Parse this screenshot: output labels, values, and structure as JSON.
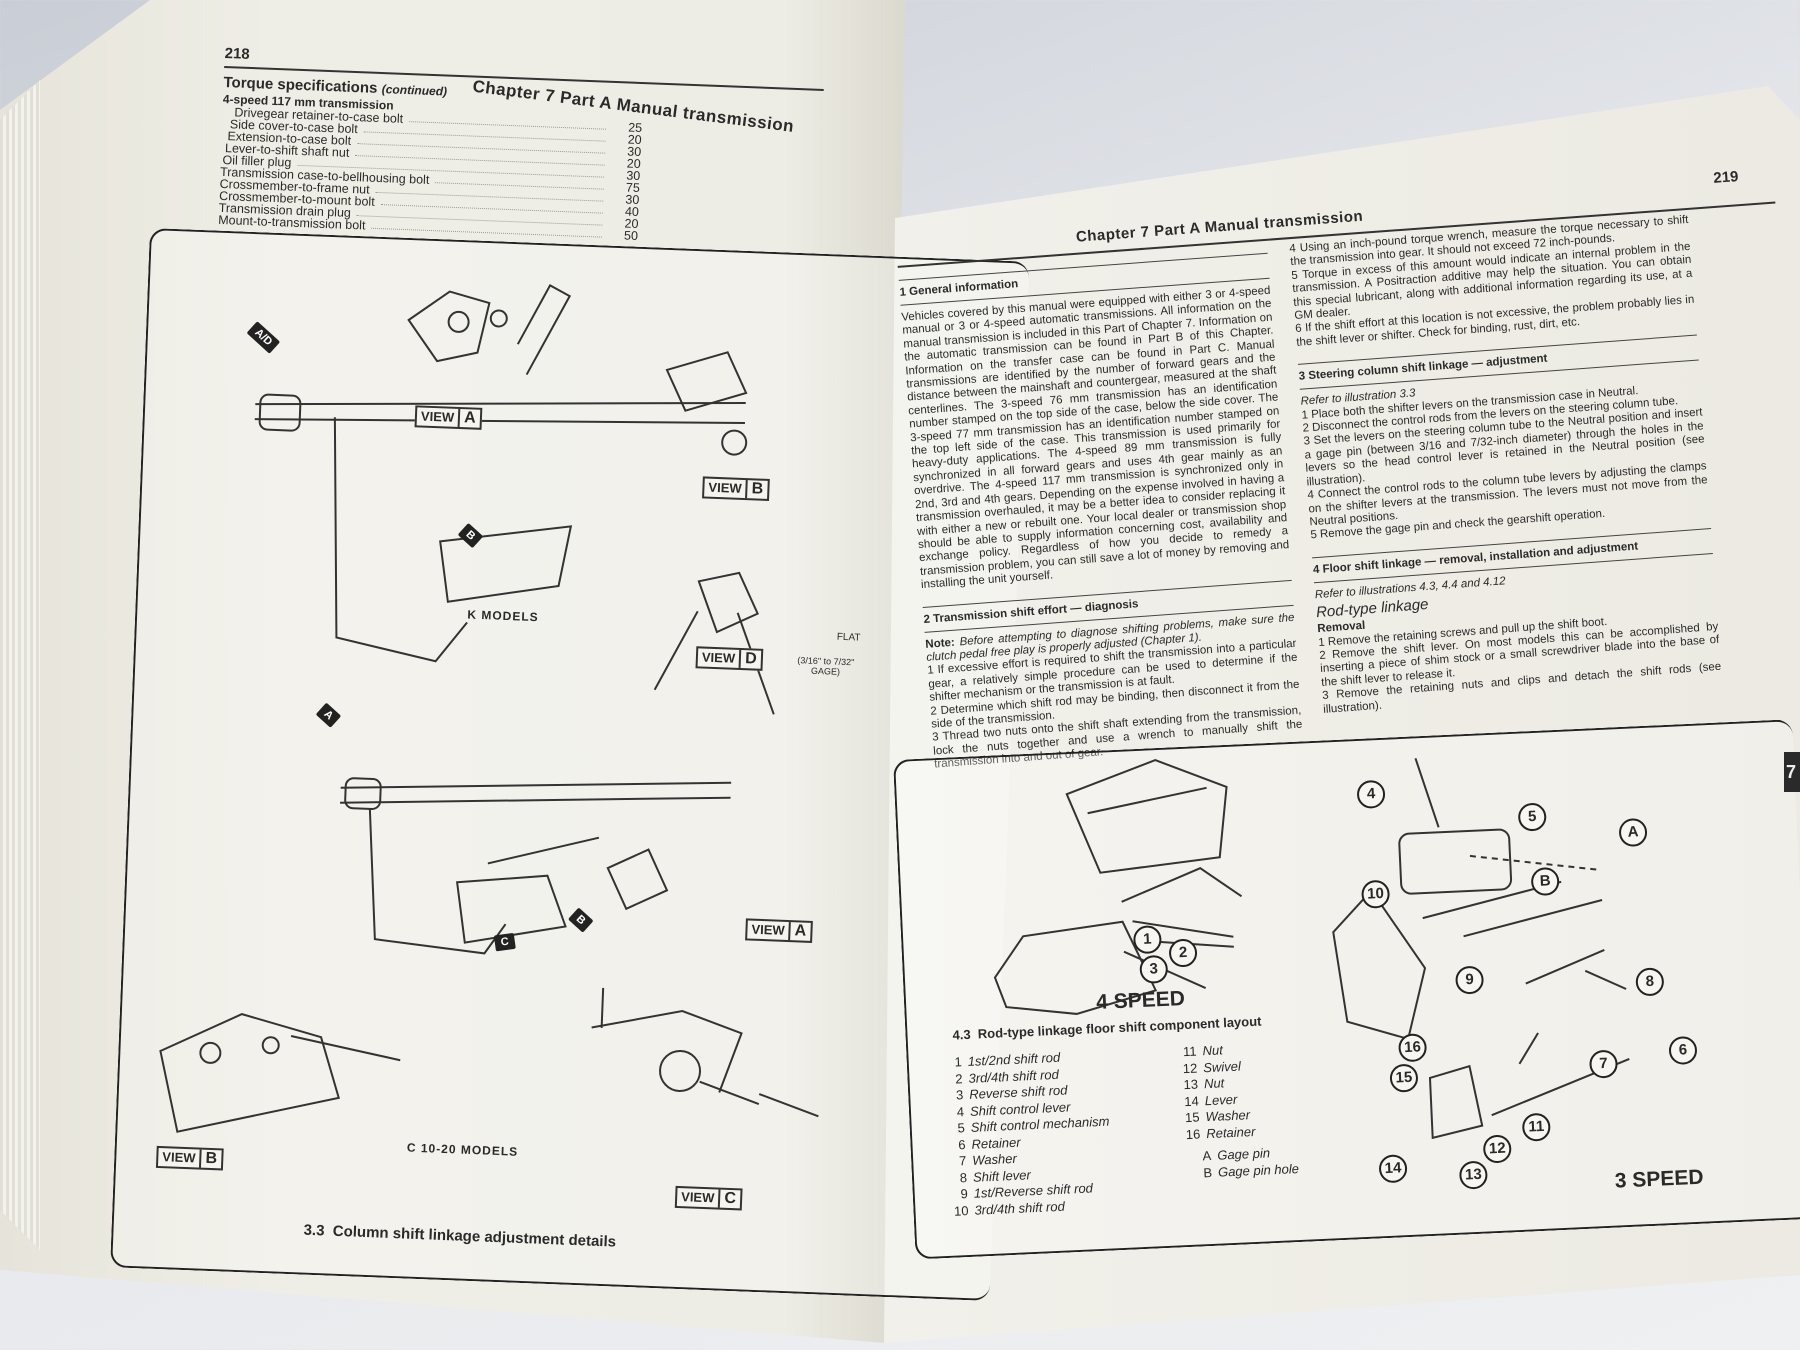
{
  "left_page": {
    "page_number": "218",
    "chapter_header": "Chapter 7  Part A  Manual transmission",
    "torque": {
      "title": "Torque specifications",
      "title_suffix": "(continued)",
      "subtitle": "4-speed 117 mm transmission",
      "rows": [
        {
          "label": "Drivegear retainer-to-case bolt",
          "value": "25"
        },
        {
          "label": "Side cover-to-case bolt",
          "value": "20"
        },
        {
          "label": "Extension-to-case bolt",
          "value": "30"
        },
        {
          "label": "Lever-to-shift shaft nut",
          "value": "20"
        },
        {
          "label": "Oil filler plug",
          "value": "30"
        },
        {
          "label": "Transmission case-to-bellhousing bolt",
          "value": "75"
        },
        {
          "label": "Crossmember-to-frame nut",
          "value": "30"
        },
        {
          "label": "Crossmember-to-mount bolt",
          "value": "40"
        },
        {
          "label": "Transmission drain plug",
          "value": "20"
        },
        {
          "label": "Mount-to-transmission bolt",
          "value": "50"
        }
      ]
    },
    "figure": {
      "view_word": "VIEW",
      "arrow_ad": "A/D",
      "arrow_a": "A",
      "arrow_b": "B",
      "arrow_c": "C",
      "view_a": "A",
      "view_b": "B",
      "view_c": "C",
      "view_d": "D",
      "flat": "FLAT",
      "gage_note": "(3/16\" to 7/32\" GAGE)",
      "k_models": "K MODELS",
      "c_models": "C 10-20 MODELS",
      "caption_num": "3.3",
      "caption": "Column shift linkage adjustment details"
    }
  },
  "right_page": {
    "page_number": "219",
    "chapter_header": "Chapter 7  Part A  Manual transmission",
    "sections": {
      "general": {
        "title": "1  General information",
        "text": "Vehicles covered by this manual were equipped with either 3 or 4-speed manual or 3 or 4-speed automatic transmissions. All information on the manual transmission is included in this Part of Chapter 7. Information on the automatic transmission can be found in Part B of this Chapter. Information on the transfer case can be found in Part C. Manual transmissions are identified by the number of forward gears and the distance between the mainshaft and countergear, measured at the shaft centerlines. The 3-speed 76 mm transmission has an identification number stamped on the top side of the case, below the side cover. The 3-speed 77 mm transmission has an identification number stamped on the top left side of the case. This transmission is used primarily for heavy-duty applications. The 4-speed 89 mm transmission is fully synchronized in all forward gears and uses 4th gear mainly as an overdrive. The 4-speed 117 mm transmission is synchronized only in 2nd, 3rd and 4th gears. Depending on the expense involved in having a transmission overhauled, it may be a better idea to consider replacing it with either a new or rebuilt one. Your local dealer or transmission shop should be able to supply information concerning cost, availability and exchange policy. Regardless of how you decide to remedy a transmission problem, you can still save a lot of money by removing and installing the unit yourself."
      },
      "shift_effort": {
        "title": "2  Transmission shift effort — diagnosis",
        "note_label": "Note:",
        "note": "Before attempting to diagnose shifting problems, make sure the clutch pedal free play is properly adjusted (Chapter 1).",
        "steps": [
          "1  If excessive effort is required to shift the transmission into a particular gear, a relatively simple procedure can be used to determine if the shifter mechanism or the transmission is at fault.",
          "2  Determine which shift rod may be binding, then disconnect it from the side of the transmission.",
          "3  Thread two nuts onto the shift shaft extending from the transmission, lock the nuts together and use a wrench to manually shift the transmission into and out of gear.",
          "4  Using an inch-pound torque wrench, measure the torque necessary to shift the transmission into gear. It should not exceed 72 inch-pounds.",
          "5  Torque in excess of this amount would indicate an internal problem in the transmission. A Positraction additive may help the situation. You can obtain this special lubricant, along with additional information regarding its use, at a GM dealer.",
          "6  If the shift effort at this location is not excessive, the problem probably lies in the shift lever or shifter. Check for binding, rust, dirt, etc."
        ]
      },
      "steering_column": {
        "title": "3  Steering column shift linkage — adjustment",
        "refer": "Refer to illustration 3.3",
        "steps": [
          "1  Place both the shifter levers on the transmission case in Neutral.",
          "2  Disconnect the control rods from the levers on the steering column tube.",
          "3  Set the levers on the steering column tube to the Neutral position and insert a gage pin (between 3/16 and 7/32-inch diameter) through the holes in the levers so the head control lever is retained in the Neutral position (see illustration).",
          "4  Connect the control rods to the column tube levers by adjusting the clamps on the shifter levers at the transmission. The levers must not move from the Neutral positions.",
          "5  Remove the gage pin and check the gearshift operation."
        ]
      },
      "floor_shift": {
        "title": "4  Floor shift linkage — removal, installation and adjustment",
        "refer": "Refer to illustrations 4.3, 4.4 and 4.12",
        "subhead": "Rod-type linkage",
        "removal": "Removal",
        "steps": [
          "1  Remove the retaining screws and pull up the shift boot.",
          "2  Remove the shift lever. On most models this can be accomplished by inserting a piece of shim stock or a small screwdriver blade into the base of the shift lever to release it.",
          "3  Remove the retaining nuts and clips and detach the shift rods (see illustration)."
        ]
      }
    },
    "figure": {
      "four_speed": "4 SPEED",
      "three_speed": "3 SPEED",
      "caption_num": "4.3",
      "caption": "Rod-type linkage floor shift component layout",
      "callouts": [
        "1",
        "2",
        "3",
        "4",
        "5",
        "6",
        "7",
        "8",
        "9",
        "10",
        "11",
        "12",
        "13",
        "14",
        "15",
        "16",
        "A",
        "B"
      ],
      "legend_left": [
        {
          "n": "1",
          "t": "1st/2nd shift rod"
        },
        {
          "n": "2",
          "t": "3rd/4th shift rod"
        },
        {
          "n": "3",
          "t": "Reverse shift rod"
        },
        {
          "n": "4",
          "t": "Shift control lever"
        },
        {
          "n": "5",
          "t": "Shift control mechanism"
        },
        {
          "n": "6",
          "t": "Retainer"
        },
        {
          "n": "7",
          "t": "Washer"
        },
        {
          "n": "8",
          "t": "Shift lever"
        },
        {
          "n": "9",
          "t": "1st/Reverse shift rod"
        },
        {
          "n": "10",
          "t": "3rd/4th shift rod"
        }
      ],
      "legend_right": [
        {
          "n": "11",
          "t": "Nut"
        },
        {
          "n": "12",
          "t": "Swivel"
        },
        {
          "n": "13",
          "t": "Nut"
        },
        {
          "n": "14",
          "t": "Lever"
        },
        {
          "n": "15",
          "t": "Washer"
        },
        {
          "n": "16",
          "t": "Retainer"
        }
      ],
      "legend_letters": [
        {
          "n": "A",
          "t": "Gage pin"
        },
        {
          "n": "B",
          "t": "Gage pin hole"
        }
      ]
    },
    "chapter_tab": "7"
  }
}
